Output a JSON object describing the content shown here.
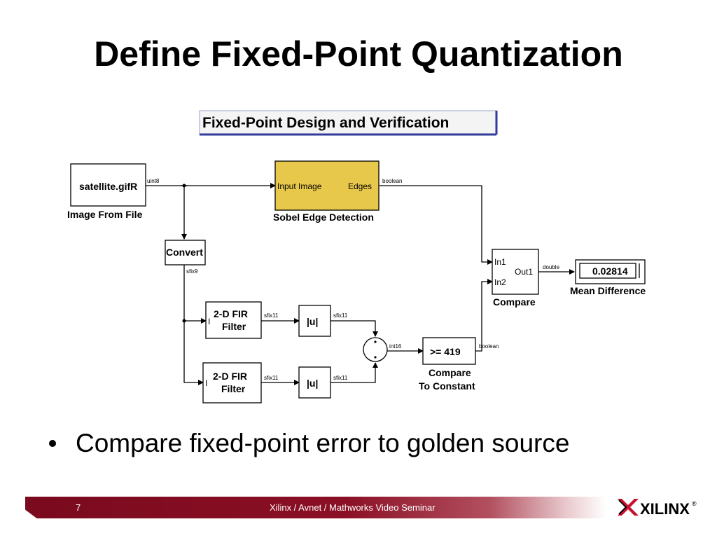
{
  "slide": {
    "title": "Define Fixed-Point Quantization",
    "bullets": [
      "Compare fixed-point error to golden source"
    ],
    "page_number": "7",
    "footer": "Xilinx / Avnet / Mathworks Video Seminar",
    "logo_text": "XILINX",
    "logo_mark": "®"
  },
  "diagram": {
    "title": "Fixed-Point Design and Verification",
    "blocks": {
      "image_from_file": {
        "content": "satellite.gifR",
        "label": "Image From File"
      },
      "sobel": {
        "in_port": "Input Image",
        "out_port": "Edges",
        "label": "Sobel Edge Detection"
      },
      "convert": {
        "content": "Convert"
      },
      "fir1": {
        "line1": "2-D FIR",
        "line2": "Filter",
        "port": "I"
      },
      "fir2": {
        "line1": "2-D FIR",
        "line2": "Filter",
        "port": "I"
      },
      "abs1": {
        "content": "|u|"
      },
      "abs2": {
        "content": "|u|"
      },
      "compare_const": {
        "content": ">= 419",
        "label_line1": "Compare",
        "label_line2": "To Constant"
      },
      "compare": {
        "in1": "In1",
        "in2": "In2",
        "out": "Out1",
        "label": "Compare"
      },
      "display": {
        "value": "0.02814",
        "label": "Mean Difference"
      }
    },
    "signals": {
      "uint8": "uint8",
      "boolean_top": "boolean",
      "sfix9": "sfix9",
      "sfix11_a": "sfix11",
      "sfix11_b": "sfix11",
      "sfix11_c": "sfix11",
      "sfix11_d": "sfix11",
      "int16": "int16",
      "boolean_bottom": "boolean",
      "double": "double"
    },
    "colors": {
      "sobel_fill": "#e8c84a",
      "title_border": "#2f3a9a",
      "footer": "#8b0f24"
    }
  }
}
